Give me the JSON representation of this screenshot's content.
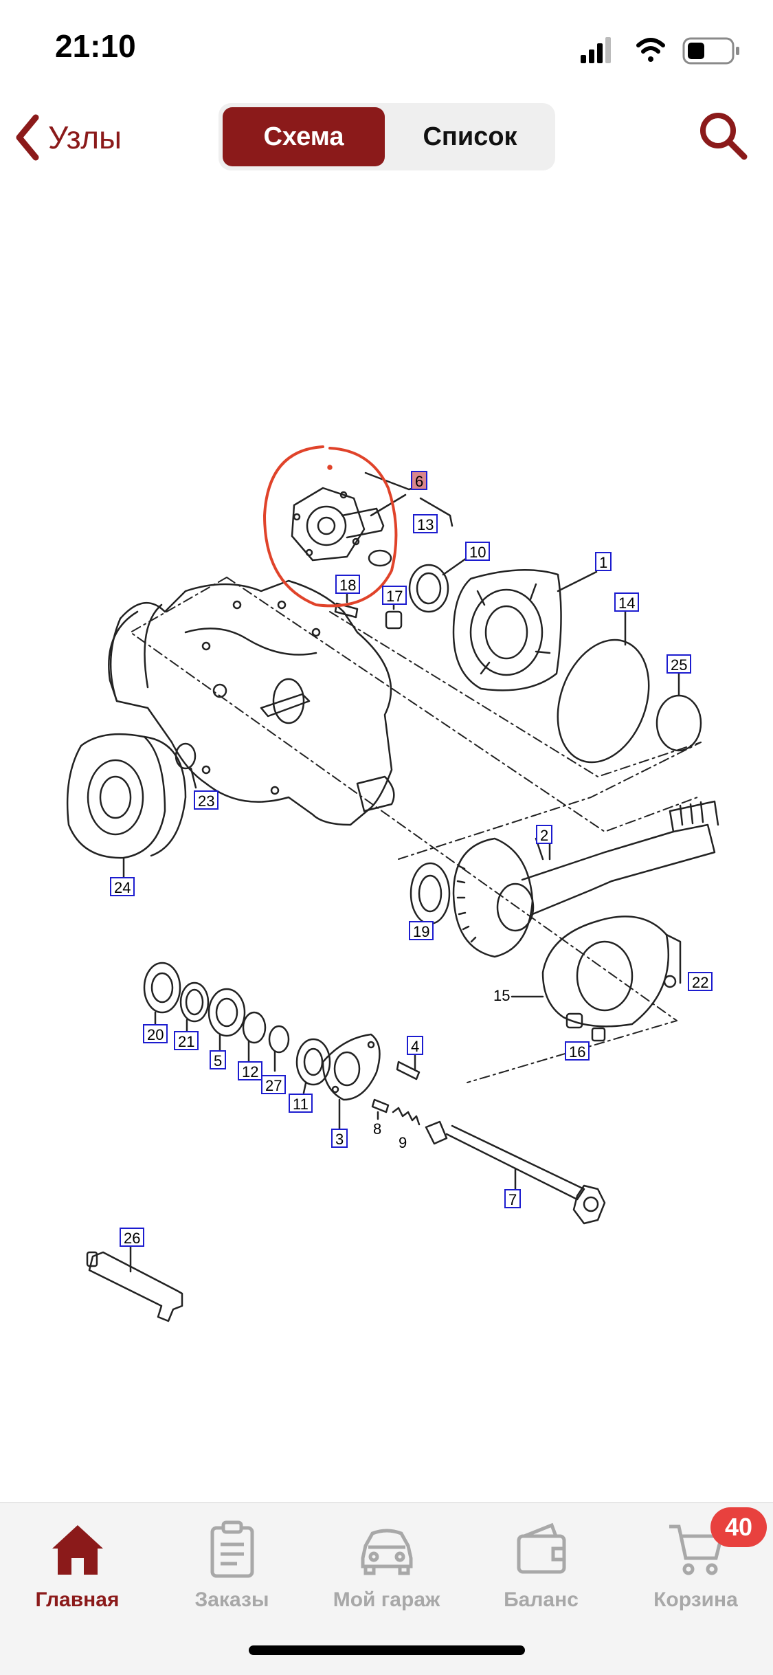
{
  "status_bar": {
    "time": "21:10"
  },
  "nav": {
    "back_label": "Узлы",
    "segments": [
      "Схема",
      "Список"
    ],
    "active_segment": 0
  },
  "diagram": {
    "callouts": [
      "6",
      "13",
      "10",
      "1",
      "18",
      "17",
      "14",
      "25",
      "23",
      "24",
      "2",
      "19",
      "15",
      "22",
      "20",
      "21",
      "5",
      "12",
      "27",
      "11",
      "4",
      "16",
      "3",
      "8",
      "9",
      "7",
      "26"
    ],
    "highlighted": "6"
  },
  "tabbar": {
    "items": [
      {
        "label": "Главная",
        "icon": "home-icon"
      },
      {
        "label": "Заказы",
        "icon": "clipboard-icon"
      },
      {
        "label": "Мой гараж",
        "icon": "car-icon"
      },
      {
        "label": "Баланс",
        "icon": "wallet-icon"
      },
      {
        "label": "Корзина",
        "icon": "cart-icon"
      }
    ],
    "active": 0,
    "cart_badge": "40"
  },
  "colors": {
    "accent": "#8b1a1a",
    "badge": "#e8413e",
    "annotation": "#e0432a",
    "callout_border": "#1c1ccf"
  }
}
